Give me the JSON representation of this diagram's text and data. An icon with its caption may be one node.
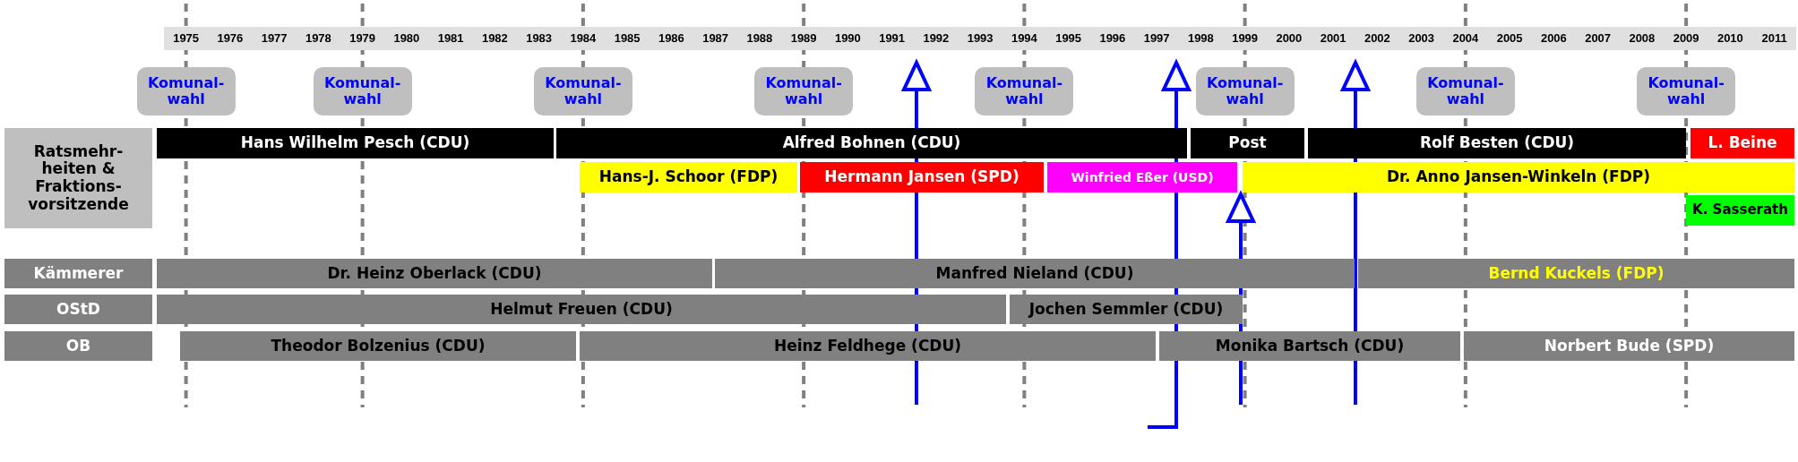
{
  "diagram": {
    "nodes": [
      {
        "text": [
          "Komunal- wahl"
        ]
      },
      {
        "text": [
          "Komunal- wahl"
        ]
      },
      {
        "text": [
          "Komunal- wahl"
        ]
      },
      {
        "text": [
          "Komunal- wahl"
        ]
      },
      {
        "text": [
          "Komunal- wahl"
        ]
      },
      {
        "text": [
          "Komunal- wahl"
        ]
      },
      {
        "text": [
          "Komunal- wahl"
        ]
      },
      {
        "text": [
          "Komunal- wahl"
        ]
      },
      {
        "text": [
          "Ratsmehr- heiten & Fraktions- vorsitzende"
        ]
      },
      {
        "text": [
          "Hans Wilhelm Pesch (CDU)"
        ]
      },
      {
        "text": [
          "Alfred Bohnen (CDU)"
        ]
      },
      {
        "text": [
          "Post"
        ]
      },
      {
        "text": [
          "Rolf Besten (CDU)"
        ]
      },
      {
        "text": [
          "L. Beine"
        ]
      },
      {
        "text": [
          "Hans-J. Schoor (FDP)"
        ]
      },
      {
        "text": [
          "Hermann Jansen (SPD)"
        ]
      },
      {
        "text": [
          "Winfried Eßer (USD)"
        ]
      },
      {
        "text": [
          "Dr. Anno Jansen-Winkeln (FDP)"
        ]
      },
      {
        "text": [
          "K. Sasserath"
        ]
      },
      {
        "text": [
          "Kämmerer"
        ]
      },
      {
        "text": [
          "Dr. Heinz Oberlack (CDU)"
        ]
      },
      {
        "text": [
          "Manfred Nieland (CDU)"
        ]
      },
      {
        "text": [
          "Bernd Kuckels (FDP)"
        ]
      },
      {
        "text": [
          "OStD"
        ]
      },
      {
        "text": [
          "Helmut Freuen (CDU)"
        ]
      },
      {
        "text": [
          "Jochen Semmler (CDU)"
        ]
      },
      {
        "text": [
          "OB"
        ]
      },
      {
        "text": [
          "Theodor Bolzenius (CDU)"
        ]
      },
      {
        "text": [
          "Heinz Feldhege (CDU)"
        ]
      },
      {
        "text": [
          "Monika Bartsch (CDU)"
        ]
      },
      {
        "text": [
          "Norbert Bude (SPD)"
        ]
      }
    ],
    "labels": [
      "1975",
      "1976",
      "1977",
      "1978",
      "1979",
      "1980",
      "1981",
      "1982",
      "1983",
      "1984",
      "1985",
      "1986",
      "1987",
      "1988",
      "1989",
      "1990",
      "1991",
      "1992",
      "1993",
      "1994",
      "1995",
      "1996",
      "1997",
      "1998",
      "1999",
      "2000",
      "2001",
      "2002",
      "2003",
      "2004",
      "2005",
      "2006",
      "2007",
      "2008",
      "2009",
      "2010",
      "2011"
    ]
  }
}
